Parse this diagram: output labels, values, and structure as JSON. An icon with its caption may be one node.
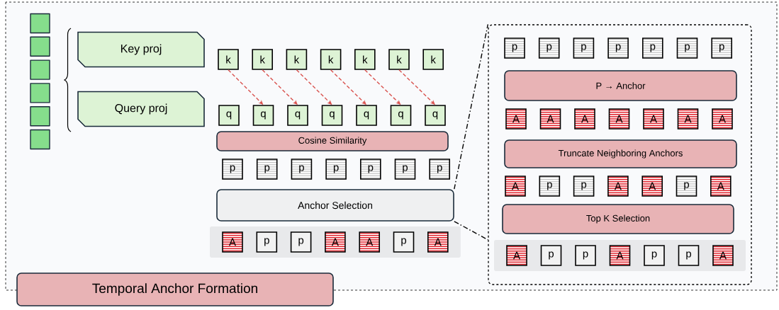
{
  "diagram": {
    "nodes": [
      {
        "text": [
          "Temporal Anchor Formation"
        ]
      },
      {
        "text": [],
        "shape": "box"
      },
      {
        "text": [],
        "shape": "box"
      },
      {
        "text": [],
        "shape": "box"
      },
      {
        "text": [],
        "shape": "box"
      },
      {
        "text": [],
        "shape": "box"
      },
      {
        "text": [],
        "shape": "box"
      },
      {
        "text": [
          "Key proj"
        ]
      },
      {
        "text": [
          "Query proj"
        ]
      },
      {
        "text": [
          "k"
        ]
      },
      {
        "text": [
          "k"
        ]
      },
      {
        "text": [
          "k"
        ]
      },
      {
        "text": [
          "k"
        ]
      },
      {
        "text": [
          "k"
        ]
      },
      {
        "text": [
          "k"
        ]
      },
      {
        "text": [
          "k"
        ]
      },
      {
        "text": [
          "q"
        ]
      },
      {
        "text": [
          "q"
        ]
      },
      {
        "text": [
          "q"
        ]
      },
      {
        "text": [
          "q"
        ]
      },
      {
        "text": [
          "q"
        ]
      },
      {
        "text": [
          "q"
        ]
      },
      {
        "text": [
          "q"
        ]
      },
      {
        "text": [
          "Cosine Similarity"
        ]
      },
      {
        "text": [
          "p"
        ]
      },
      {
        "text": [
          "p"
        ]
      },
      {
        "text": [
          "p"
        ]
      },
      {
        "text": [
          "p"
        ]
      },
      {
        "text": [
          "p"
        ]
      },
      {
        "text": [
          "p"
        ]
      },
      {
        "text": [
          "p"
        ]
      },
      {
        "text": [
          "Anchor Selection"
        ]
      },
      {
        "text": [],
        "shape": "bar"
      },
      {
        "text": [
          "A"
        ],
        "in": 32
      },
      {
        "text": [
          "p"
        ],
        "in": 32
      },
      {
        "text": [
          "p"
        ],
        "in": 32
      },
      {
        "text": [
          "A"
        ],
        "in": 32
      },
      {
        "text": [
          "A"
        ],
        "in": 32
      },
      {
        "text": [
          "p"
        ],
        "in": 32
      },
      {
        "text": [
          "A"
        ],
        "in": 32
      },
      {
        "text": [],
        "shape": "box"
      },
      {
        "text": [
          "p"
        ],
        "in": 40
      },
      {
        "text": [
          "p"
        ],
        "in": 40
      },
      {
        "text": [
          "p"
        ],
        "in": 40
      },
      {
        "text": [
          "p"
        ],
        "in": 40
      },
      {
        "text": [
          "p"
        ],
        "in": 40
      },
      {
        "text": [
          "p"
        ],
        "in": 40
      },
      {
        "text": [
          "p"
        ],
        "in": 40
      },
      {
        "text": [
          "P → Anchor"
        ],
        "in": 40
      },
      {
        "text": [
          "A"
        ],
        "in": 40
      },
      {
        "text": [
          "A"
        ],
        "in": 40
      },
      {
        "text": [
          "A"
        ],
        "in": 40
      },
      {
        "text": [
          "A"
        ],
        "in": 40
      },
      {
        "text": [
          "A"
        ],
        "in": 40
      },
      {
        "text": [
          "A"
        ],
        "in": 40
      },
      {
        "text": [
          "A"
        ],
        "in": 40
      },
      {
        "text": [
          "Truncate Neighboring Anchors"
        ],
        "in": 40
      },
      {
        "text": [
          "A"
        ],
        "in": 40
      },
      {
        "text": [
          "p"
        ],
        "in": 40
      },
      {
        "text": [
          "p"
        ],
        "in": 40
      },
      {
        "text": [
          "A"
        ],
        "in": 40
      },
      {
        "text": [
          "A"
        ],
        "in": 40
      },
      {
        "text": [
          "p"
        ],
        "in": 40
      },
      {
        "text": [
          "A"
        ],
        "in": 40
      },
      {
        "text": [
          "Top K Selection"
        ],
        "in": 40
      },
      {
        "text": [],
        "shape": "bar",
        "in": 40
      },
      {
        "text": [
          "A"
        ],
        "in": 65
      },
      {
        "text": [
          "p"
        ],
        "in": 65
      },
      {
        "text": [
          "p"
        ],
        "in": 65
      },
      {
        "text": [
          "A"
        ],
        "in": 65
      },
      {
        "text": [
          "p"
        ],
        "in": 65
      },
      {
        "text": [
          "p"
        ],
        "in": 65
      },
      {
        "text": [
          "A"
        ],
        "in": 65
      }
    ],
    "edges": [
      {
        "from": 9,
        "to": 17,
        "arrow": "to",
        "style": "dashed",
        "color": "#d9534f"
      },
      {
        "from": 10,
        "to": 18,
        "arrow": "to",
        "style": "dashed",
        "color": "#d9534f"
      },
      {
        "from": 11,
        "to": 19,
        "arrow": "to",
        "style": "dashed",
        "color": "#d9534f"
      },
      {
        "from": 12,
        "to": 20,
        "arrow": "to",
        "style": "dashed",
        "color": "#d9534f"
      },
      {
        "from": 13,
        "to": 21,
        "arrow": "to",
        "style": "dashed",
        "color": "#d9534f"
      },
      {
        "from": 14,
        "to": 22,
        "arrow": "to",
        "style": "dashed",
        "color": "#d9534f"
      },
      {
        "from": 31,
        "to": 40,
        "arrow": "none",
        "style": "dashed",
        "color": "#000000"
      },
      {
        "from": 31,
        "to": 40,
        "arrow": "none",
        "style": "dashed",
        "color": "#000000"
      }
    ]
  }
}
